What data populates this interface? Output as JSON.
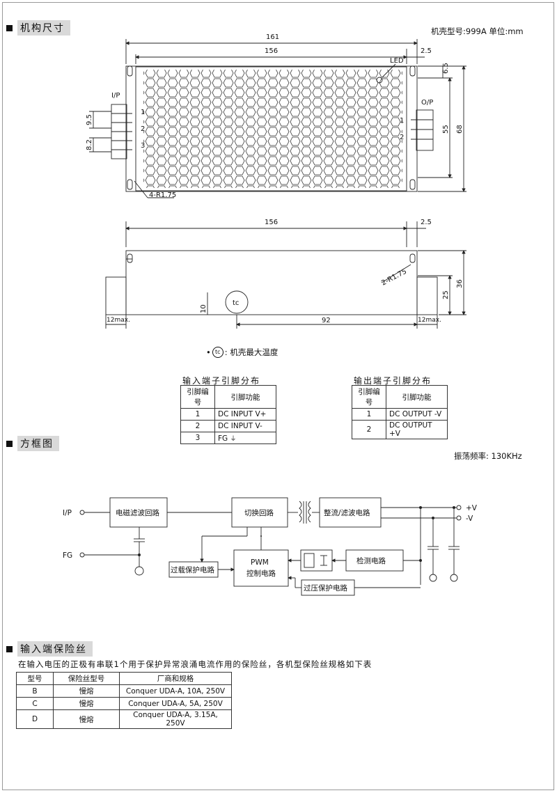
{
  "sections": {
    "mechanical": "机构尺寸",
    "block_diagram": "方框图",
    "fuse": "输入端保险丝"
  },
  "mechanical": {
    "case_info": "机壳型号:999A   单位:mm",
    "dims": {
      "d161": "161",
      "d156_top": "156",
      "d2_5_top": "2.5",
      "d6_5": "6.5",
      "d55": "55",
      "d68": "68",
      "d9_5": "9.5",
      "d8_2": "8.2",
      "d4r": "4-R1.75",
      "d156_side": "156",
      "d2_5_side": "2.5",
      "d2r": "2-R1.75",
      "d25": "25",
      "d36": "36",
      "d10": "10",
      "d92": "92",
      "d12_left": "12max.",
      "d12_right": "12max."
    },
    "labels": {
      "led": "LED",
      "ip": "I/P",
      "op": "O/P",
      "pin1": "1",
      "pin2": "2",
      "pin3": "3",
      "opin1": "1",
      "opin2": "2",
      "tc": "tc"
    },
    "tc_note": "机壳最大温度",
    "tc_symbol": "tc"
  },
  "input_pins": {
    "title": "输入端子引脚分布",
    "headers": [
      "引脚编号",
      "引脚功能"
    ],
    "rows": [
      {
        "no": "1",
        "fn": "DC INPUT V+"
      },
      {
        "no": "2",
        "fn": "DC INPUT V-"
      },
      {
        "no": "3",
        "fn": "FG"
      }
    ]
  },
  "output_pins": {
    "title": "输出端子引脚分布",
    "headers": [
      "引脚编号",
      "引脚功能"
    ],
    "rows": [
      {
        "no": "1",
        "fn": "DC OUTPUT -V"
      },
      {
        "no": "2",
        "fn": "DC OUTPUT +V"
      }
    ]
  },
  "block": {
    "freq": "振荡频率: 130KHz",
    "ip": "I/P",
    "fg": "FG",
    "emi": "电磁滤波回路",
    "switch": "切换回路",
    "rect": "整流/滤波电路",
    "pwm1": "PWM",
    "pwm2": "控制电路",
    "detect": "检测电路",
    "olp": "过载保护电路",
    "ovp": "过压保护电路",
    "vplus": "+V",
    "vminus": "-V"
  },
  "fuse": {
    "desc": "在输入电压的正极有串联1个用于保护异常浪涌电流作用的保险丝，各机型保险丝规格如下表",
    "headers": [
      "型号",
      "保险丝型号",
      "厂商和规格"
    ],
    "rows": [
      {
        "model": "B",
        "type": "慢熔",
        "spec": "Conquer UDA-A, 10A, 250V"
      },
      {
        "model": "C",
        "type": "慢熔",
        "spec": "Conquer UDA-A, 5A, 250V"
      },
      {
        "model": "D",
        "type": "慢熔",
        "spec": "Conquer UDA-A, 3.15A, 250V"
      }
    ]
  }
}
